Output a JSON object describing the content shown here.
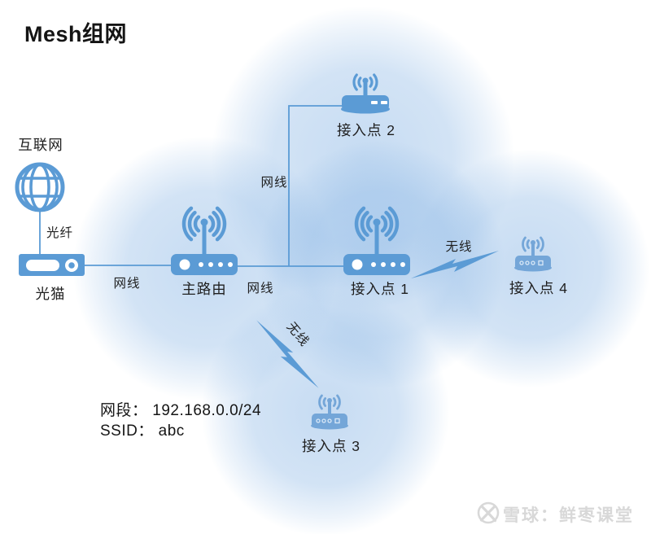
{
  "title": "Mesh组网",
  "colors": {
    "device_blue": "#5b9bd5",
    "device_blue_light": "#74a6d8",
    "line_blue": "#5b9bd5",
    "coverage_blue": "#7daee2",
    "text_dark": "#1c1c1c",
    "watermark_gray": "#d8d8d8"
  },
  "icons": {
    "internet": "globe-icon",
    "modem": "modem-icon",
    "router": "wifi-router-icon",
    "access_point": "access-point-icon",
    "wireless": "lightning-bolt-icon",
    "watermark_logo": "snowball-logo-icon"
  },
  "nodes": {
    "internet": {
      "label": "互联网"
    },
    "modem": {
      "label": "光猫"
    },
    "main_router": {
      "label": "主路由"
    },
    "ap1": {
      "label": "接入点 1"
    },
    "ap2": {
      "label": "接入点 2"
    },
    "ap3": {
      "label": "接入点 3"
    },
    "ap4": {
      "label": "接入点 4"
    }
  },
  "links": {
    "fiber": {
      "label": "光纤",
      "type": "wired"
    },
    "modem_to_router": {
      "label": "网线",
      "type": "wired"
    },
    "router_to_ap1": {
      "label": "网线",
      "type": "wired"
    },
    "router_to_ap2": {
      "label": "网线",
      "type": "wired"
    },
    "ap1_to_ap4": {
      "label": "无线",
      "type": "wireless"
    },
    "router_to_ap3": {
      "label": "无线",
      "type": "wireless"
    }
  },
  "config": {
    "subnet_line": "网段： 192.168.0.0/24",
    "ssid_line": "SSID： abc"
  },
  "watermark": {
    "text": "雪球：鲜枣课堂"
  }
}
